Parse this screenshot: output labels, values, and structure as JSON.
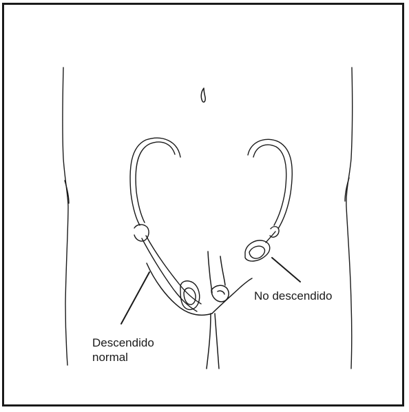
{
  "labels": {
    "undescended": "No descendido",
    "normal_line1": "Descendido",
    "normal_line2": "normal"
  },
  "colors": {
    "ink": "#1a1a1a",
    "fill": "#ffffff"
  }
}
